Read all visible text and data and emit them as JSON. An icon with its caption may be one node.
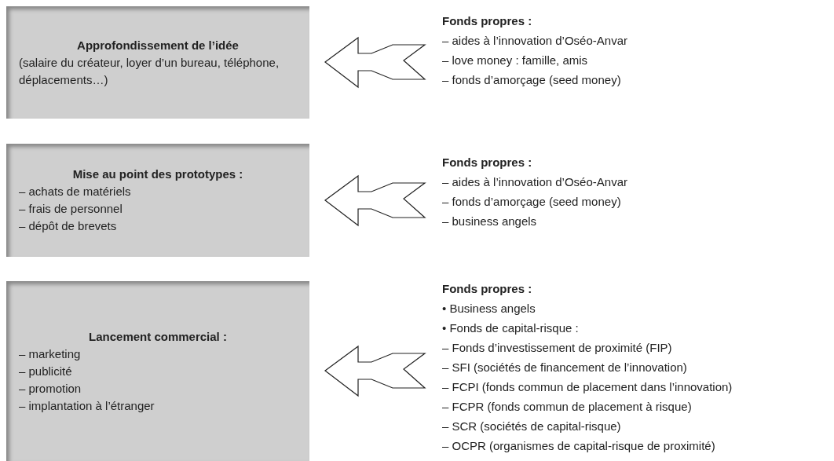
{
  "diagram": {
    "nodes": [
      {
        "text": [
          "Approfondissement de l’idée",
          "(salaire du créateur, loyer d’un bureau, téléphone, déplacements…)"
        ]
      },
      {
        "text": [
          "Fonds propres :",
          "– aides à l’innovation d’Oséo-Anvar",
          "– love money : famille, amis",
          "– fonds d’amorçage (seed money)"
        ]
      },
      {
        "text": [
          "Mise au point des prototypes :",
          "– achats de matériels",
          "– frais de personnel",
          "– dépôt de brevets"
        ]
      },
      {
        "text": [
          "Fonds propres :",
          "– aides à l’innovation d’Oséo-Anvar",
          "– fonds d’amorçage (seed money)",
          "– business angels"
        ]
      },
      {
        "text": [
          "Lancement commercial :",
          "– marketing",
          "– publicité",
          "– promotion",
          "– implantation à l’étranger"
        ]
      },
      {
        "text": [
          "Fonds propres :",
          "• Business angels",
          "• Fonds de capital-risque :",
          "– Fonds d’investissement de proximité (FIP)",
          "– SFI (sociétés de financement de l’innovation)",
          "– FCPI (fonds commun de placement dans l’innovation)",
          "– FCPR (fonds commun de placement à risque)",
          "– SCR (sociétés de capital-risque)",
          "– OCPR (organismes de capital-risque de proximité)"
        ]
      }
    ],
    "edges": [
      {
        "from": 1,
        "to": 0,
        "arrow": "to"
      },
      {
        "from": 3,
        "to": 2,
        "arrow": "to"
      },
      {
        "from": 5,
        "to": 4,
        "arrow": "to"
      }
    ]
  }
}
